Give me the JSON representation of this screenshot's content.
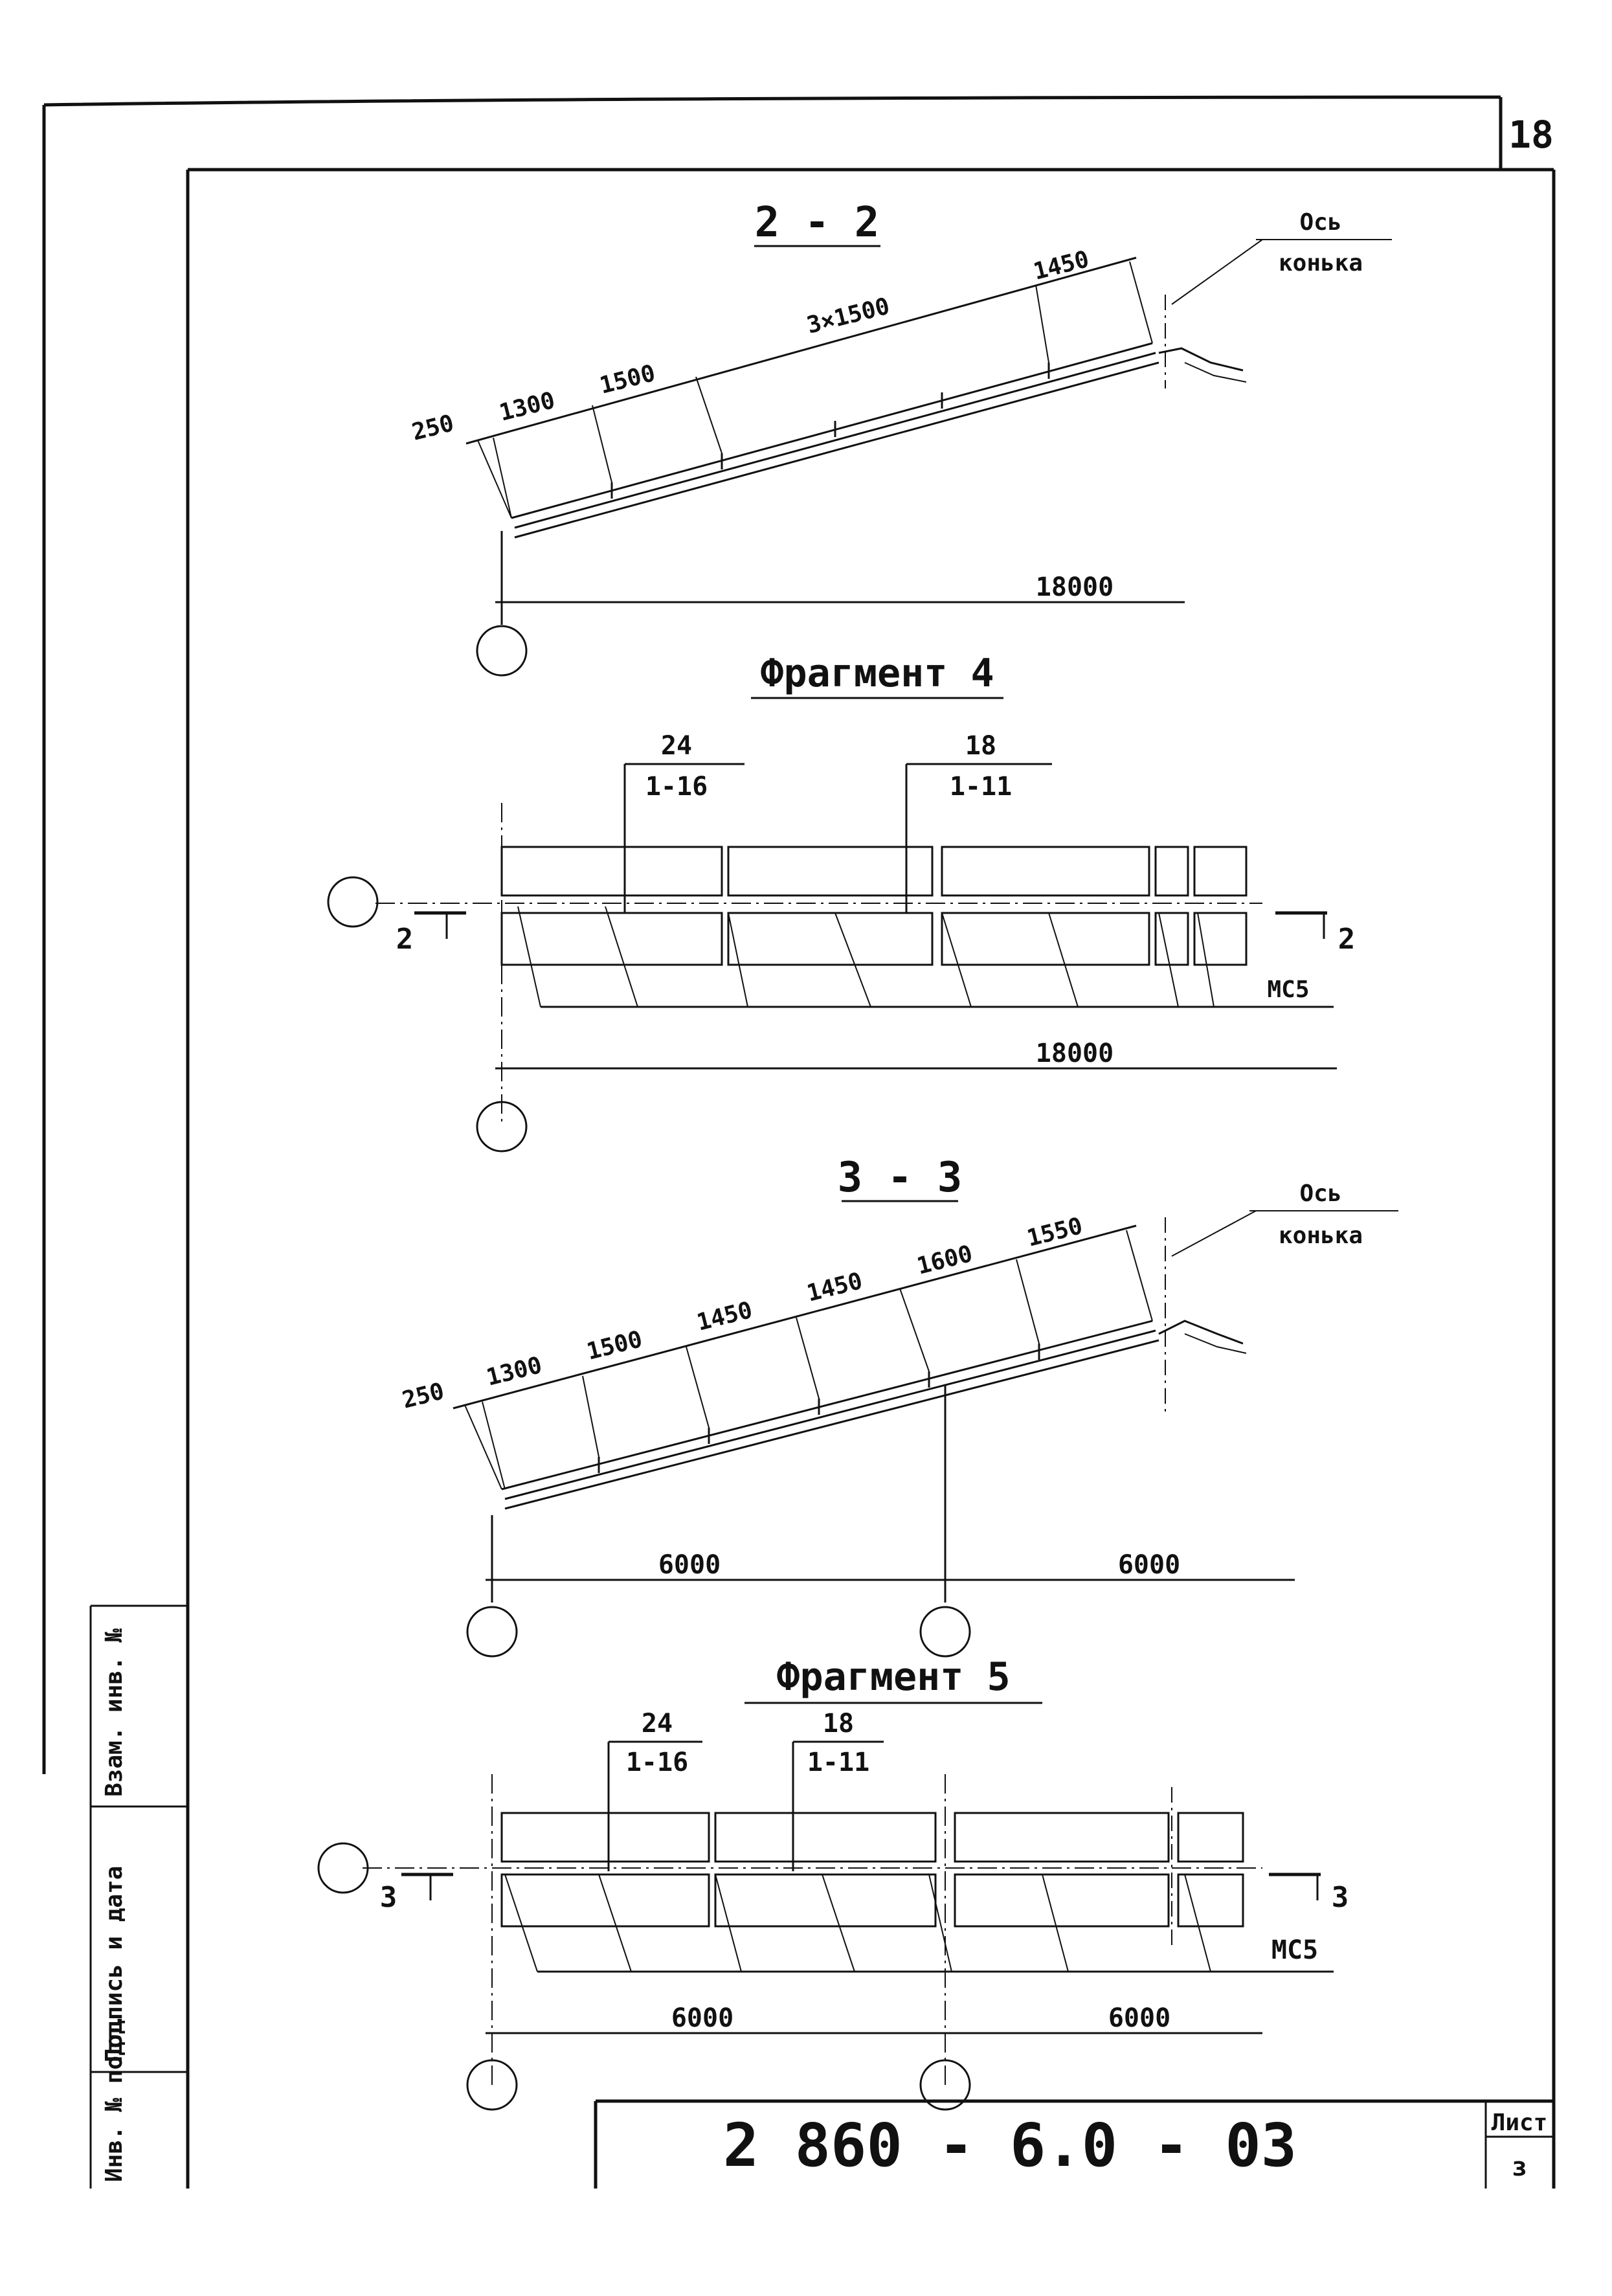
{
  "sheet": {
    "number": "18",
    "code": "2 860 - 6.0 - 03",
    "list_label": "Лист",
    "list_value": "з"
  },
  "stamp": {
    "col1": "Взам. инв. №",
    "col2": "Подпись и дата",
    "col3": "Инв. № подл."
  },
  "section_2_2": {
    "title": "2 - 2",
    "axis_label_1": "Ось",
    "axis_label_2": "конька",
    "dims": [
      "250",
      "1300",
      "1500",
      "3×1500",
      "1450"
    ],
    "span": "18000"
  },
  "fragment_4": {
    "title": "Фрагмент 4",
    "callout_1_top": "24",
    "callout_1_bottom": "1-16",
    "callout_2_top": "18",
    "callout_2_bottom": "1-11",
    "cut_left": "2",
    "cut_right": "2",
    "mark": "МС5",
    "span": "18000"
  },
  "section_3_3": {
    "title": "3 - 3",
    "axis_label_1": "Ось",
    "axis_label_2": "конька",
    "dims": [
      "250",
      "1300",
      "1500",
      "1450",
      "1450",
      "1600",
      "1550"
    ],
    "span_1": "6000",
    "span_2": "6000"
  },
  "fragment_5": {
    "title": "Фрагмент 5",
    "callout_1_top": "24",
    "callout_1_bottom": "1-16",
    "callout_2_top": "18",
    "callout_2_bottom": "1-11",
    "cut_left": "3",
    "cut_right": "3",
    "mark": "МС5",
    "span_1": "6000",
    "span_2": "6000"
  }
}
